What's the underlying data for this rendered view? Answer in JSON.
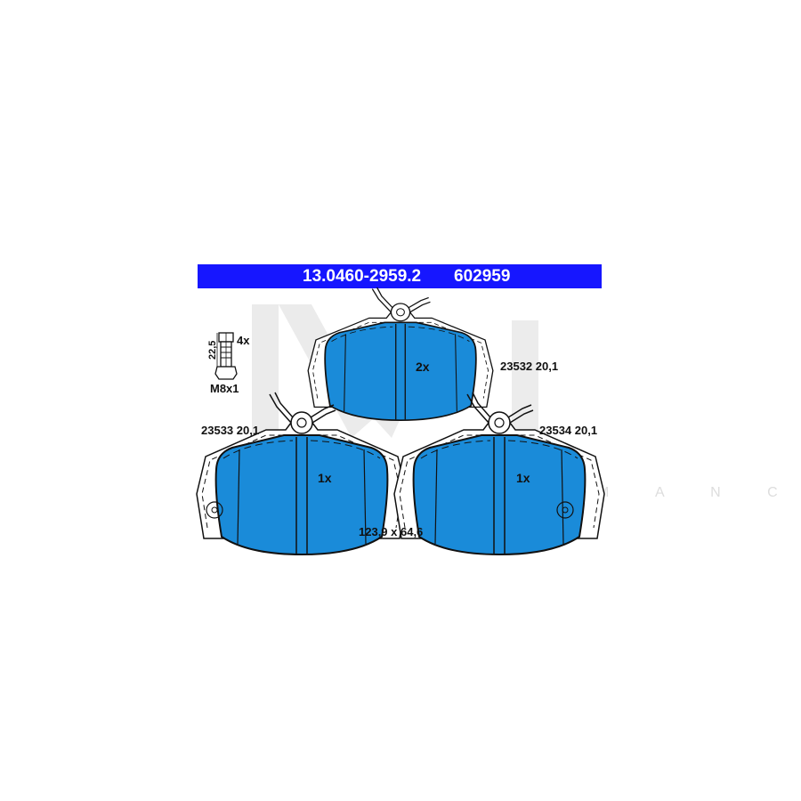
{
  "header": {
    "part_number": "13.0460-2959.2",
    "ref_number": "602959",
    "bar_color": "#1616ff"
  },
  "bolt": {
    "quantity": "4x",
    "length": "22,5",
    "thread": "M8x1"
  },
  "pads": {
    "top": {
      "quantity": "2x",
      "label": "23532 20,1"
    },
    "left": {
      "quantity": "1x",
      "label": "23533 20,1"
    },
    "right": {
      "quantity": "1x",
      "label": "23534 20,1"
    }
  },
  "dimensions": "123,9 x 64,6",
  "watermark": {
    "text": "PERFORMANCE",
    "color": "#c8c8c8"
  },
  "colors": {
    "pad_fill": "#1a8bd9",
    "outline": "#111111"
  }
}
